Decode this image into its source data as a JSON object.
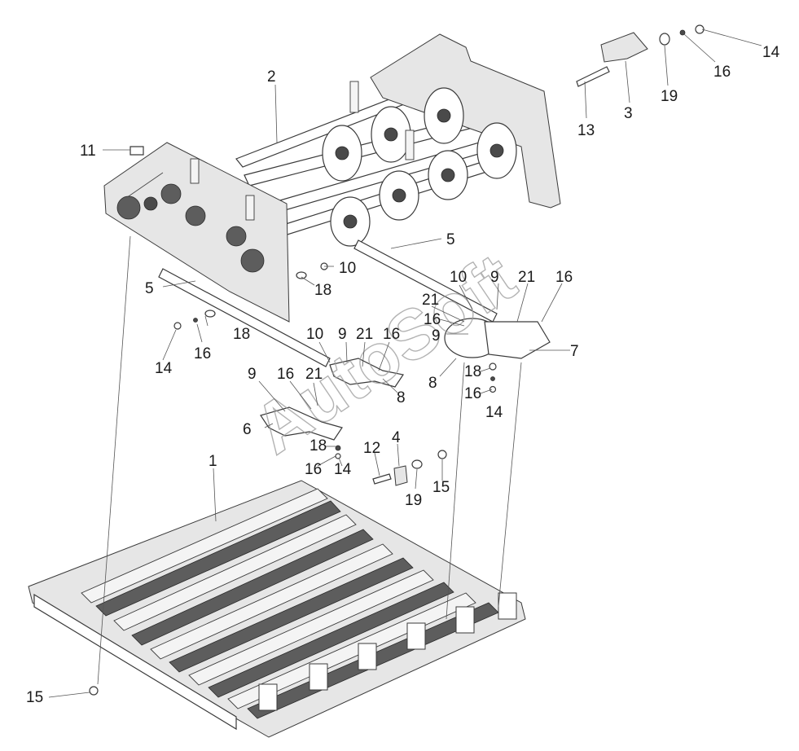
{
  "watermark": "AutoSoft",
  "callouts": [
    {
      "id": "c2",
      "text": "2"
    },
    {
      "id": "c14a",
      "text": "14"
    },
    {
      "id": "c16a",
      "text": "16"
    },
    {
      "id": "c19a",
      "text": "19"
    },
    {
      "id": "c3",
      "text": "3"
    },
    {
      "id": "c13",
      "text": "13"
    },
    {
      "id": "c11",
      "text": "11"
    },
    {
      "id": "c5a",
      "text": "5"
    },
    {
      "id": "c10a",
      "text": "10"
    },
    {
      "id": "c18a",
      "text": "18"
    },
    {
      "id": "c5b",
      "text": "5"
    },
    {
      "id": "c10b",
      "text": "10"
    },
    {
      "id": "c9a",
      "text": "9"
    },
    {
      "id": "c21a",
      "text": "21"
    },
    {
      "id": "c16b",
      "text": "16"
    },
    {
      "id": "c21b",
      "text": "21"
    },
    {
      "id": "c16c",
      "text": "16"
    },
    {
      "id": "c9b",
      "text": "9"
    },
    {
      "id": "c18b",
      "text": "18"
    },
    {
      "id": "c16d",
      "text": "16"
    },
    {
      "id": "c14b",
      "text": "14"
    },
    {
      "id": "c10c",
      "text": "10"
    },
    {
      "id": "c9c",
      "text": "9"
    },
    {
      "id": "c21c",
      "text": "21"
    },
    {
      "id": "c16e",
      "text": "16"
    },
    {
      "id": "c7",
      "text": "7"
    },
    {
      "id": "c8a",
      "text": "8"
    },
    {
      "id": "c8b",
      "text": "8"
    },
    {
      "id": "c18c",
      "text": "18"
    },
    {
      "id": "c16f",
      "text": "16"
    },
    {
      "id": "c14c",
      "text": "14"
    },
    {
      "id": "c9d",
      "text": "9"
    },
    {
      "id": "c16g",
      "text": "16"
    },
    {
      "id": "c21d",
      "text": "21"
    },
    {
      "id": "c6",
      "text": "6"
    },
    {
      "id": "c18d",
      "text": "18"
    },
    {
      "id": "c16h",
      "text": "16"
    },
    {
      "id": "c14d",
      "text": "14"
    },
    {
      "id": "c12",
      "text": "12"
    },
    {
      "id": "c4",
      "text": "4"
    },
    {
      "id": "c19b",
      "text": "19"
    },
    {
      "id": "c15a",
      "text": "15"
    },
    {
      "id": "c1",
      "text": "1"
    },
    {
      "id": "c15b",
      "text": "15"
    }
  ]
}
